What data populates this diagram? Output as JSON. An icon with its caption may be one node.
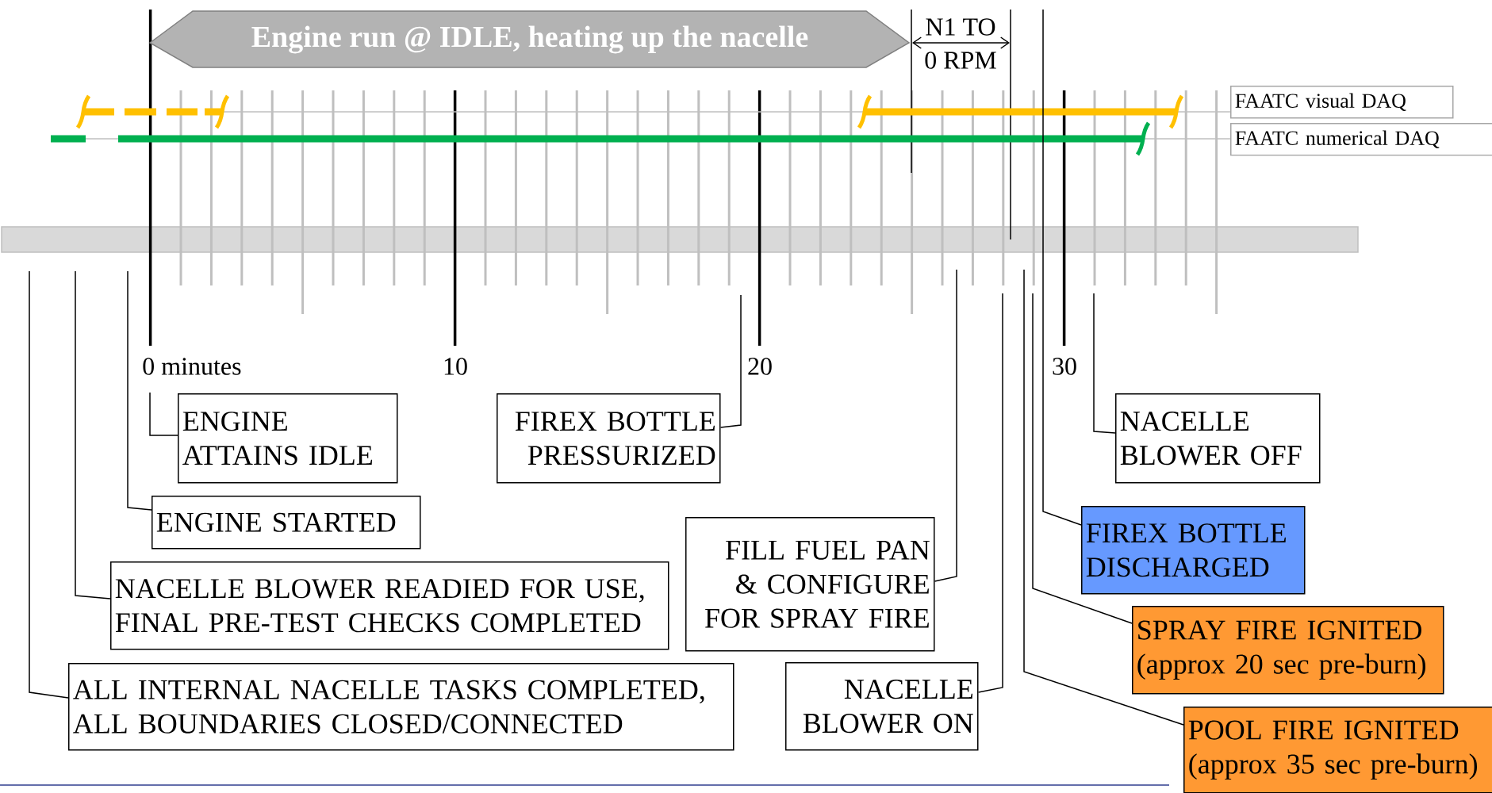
{
  "diagram": {
    "nodes": [
      {
        "text": [
          "Engine run @ IDLE, heating up the nacelle"
        ]
      },
      {
        "text": [
          "FAATC visual DAQ"
        ]
      },
      {
        "text": [
          "FAATC numerical DAQ"
        ]
      },
      {
        "text": [
          "ENGINE ATTAINS IDLE"
        ]
      },
      {
        "text": [
          "FIREX BOTTLE PRESSURIZED"
        ]
      },
      {
        "text": [
          "NACELLE BLOWER OFF"
        ]
      },
      {
        "text": [
          "ENGINE STARTED"
        ]
      },
      {
        "text": [
          "FIREX BOTTLE DISCHARGED"
        ]
      },
      {
        "text": [
          "NACELLE BLOWER READIED FOR USE, FINAL PRE-TEST CHECKS COMPLETED"
        ]
      },
      {
        "text": [
          "FILL FUEL PAN & CONFIGURE FOR SPRAY FIRE"
        ]
      },
      {
        "text": [
          "SPRAY FIRE IGNITED",
          "(approx 20 sec pre-burn)"
        ]
      },
      {
        "text": [
          "ALL INTERNAL NACELLE TASKS COMPLETED, ALL BOUNDARIES CLOSED/CONNECTED"
        ]
      },
      {
        "text": [
          "NACELLE BLOWER ON"
        ]
      },
      {
        "text": [
          "POOL FIRE IGNITED",
          "(approx 35 sec pre-burn)"
        ]
      }
    ],
    "edges": [
      {
        "from": 3,
        "to": null,
        "arrow": "none"
      },
      {
        "from": 4,
        "to": null,
        "arrow": "none"
      },
      {
        "from": 5,
        "to": null,
        "arrow": "none"
      },
      {
        "from": 6,
        "to": null,
        "arrow": "none"
      },
      {
        "from": 7,
        "to": null,
        "arrow": "none"
      },
      {
        "from": 8,
        "to": null,
        "arrow": "none"
      },
      {
        "from": 9,
        "to": null,
        "arrow": "none"
      },
      {
        "from": 10,
        "to": null,
        "arrow": "none"
      },
      {
        "from": 11,
        "to": null,
        "arrow": "none"
      },
      {
        "from": 12,
        "to": null,
        "arrow": "none"
      },
      {
        "from": 13,
        "to": null,
        "arrow": "none"
      }
    ],
    "labels": [
      "N1 TO",
      "0 RPM",
      "0 minutes",
      "10",
      "20",
      "30"
    ]
  }
}
